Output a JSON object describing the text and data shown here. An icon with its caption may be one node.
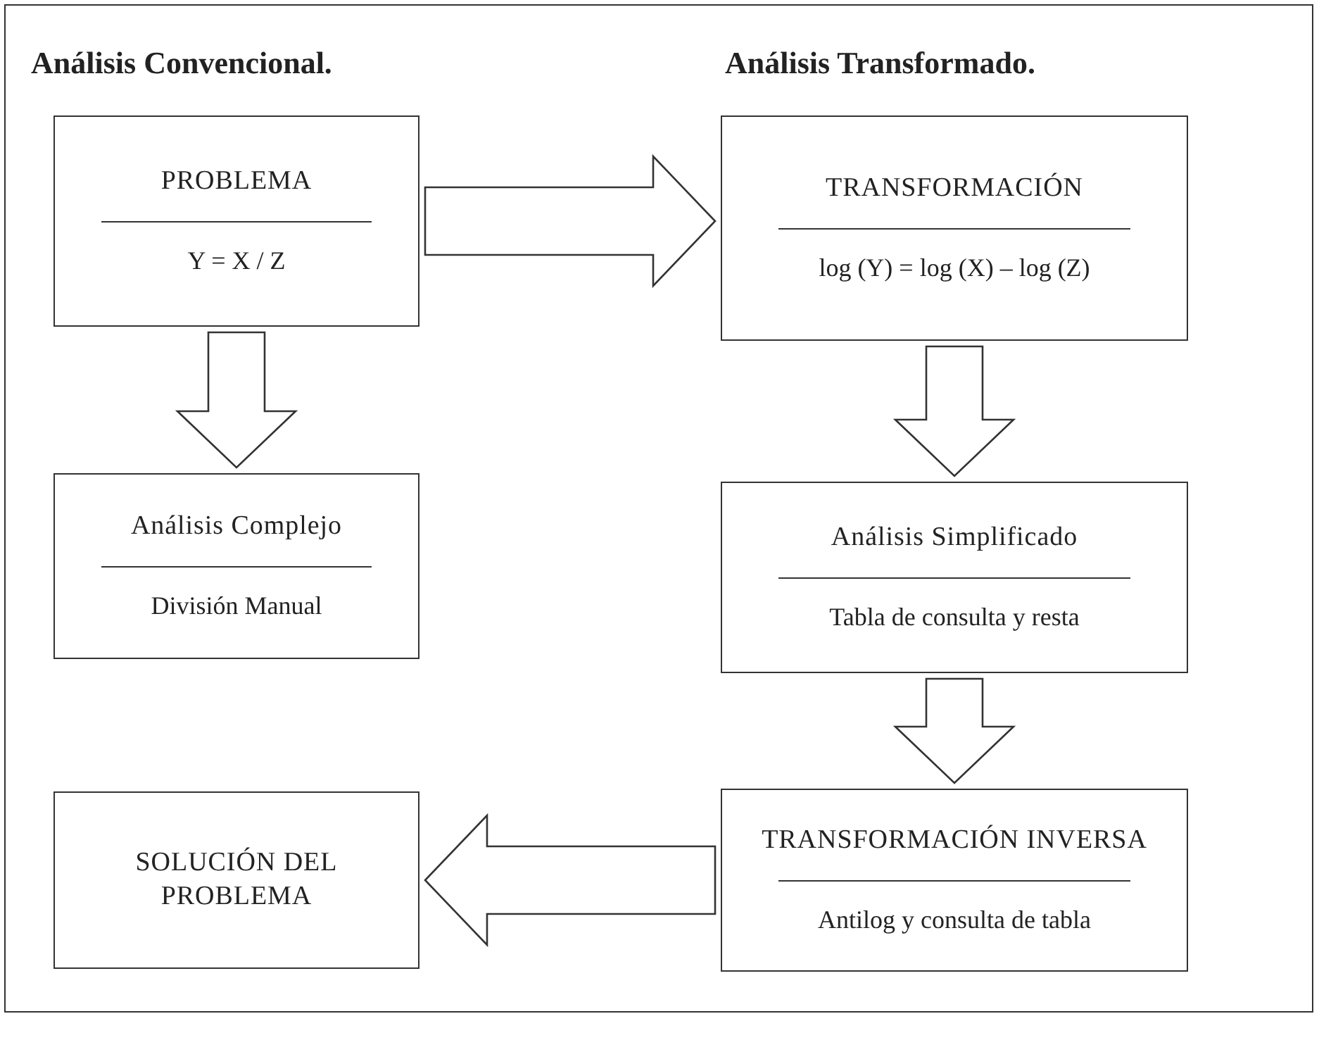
{
  "diagram": {
    "nodes": [
      {
        "text": [
          "PROBLEMA",
          "Y = X / Z"
        ]
      },
      {
        "text": [
          "TRANSFORMACIÓN",
          "log (Y) = log (X) – log (Z)"
        ]
      },
      {
        "text": [
          "Análisis Complejo",
          "División Manual"
        ]
      },
      {
        "text": [
          "Análisis Simplificado",
          "Tabla de consulta y resta"
        ]
      },
      {
        "text": [
          "SOLUCIÓN DEL PROBLEMA"
        ]
      },
      {
        "text": [
          "TRANSFORMACIÓN INVERSA",
          "Antilog y consulta de tabla"
        ]
      }
    ],
    "edges": [
      {
        "from": 0,
        "to": 1,
        "arrow": "to"
      },
      {
        "from": 0,
        "to": 2,
        "arrow": "to"
      },
      {
        "from": 1,
        "to": 3,
        "arrow": "to"
      },
      {
        "from": 3,
        "to": 5,
        "arrow": "to"
      },
      {
        "from": 5,
        "to": 4,
        "arrow": "to"
      }
    ],
    "labels": [
      "Análisis Convencional.",
      "Análisis Transformado."
    ]
  }
}
